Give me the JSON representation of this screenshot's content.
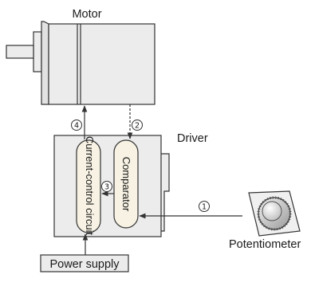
{
  "labels": {
    "motor": "Motor",
    "driver": "Driver",
    "potentiometer": "Potentiometer",
    "power_supply": "Power supply",
    "current_control": "Current-control circuit",
    "comparator": "Comparator"
  },
  "markers": {
    "m1": "1",
    "m2": "2",
    "m3": "3",
    "m4": "4"
  },
  "colors": {
    "box_fill": "#ececec",
    "pill_fill": "#f7f2e3",
    "stroke": "#333333"
  }
}
